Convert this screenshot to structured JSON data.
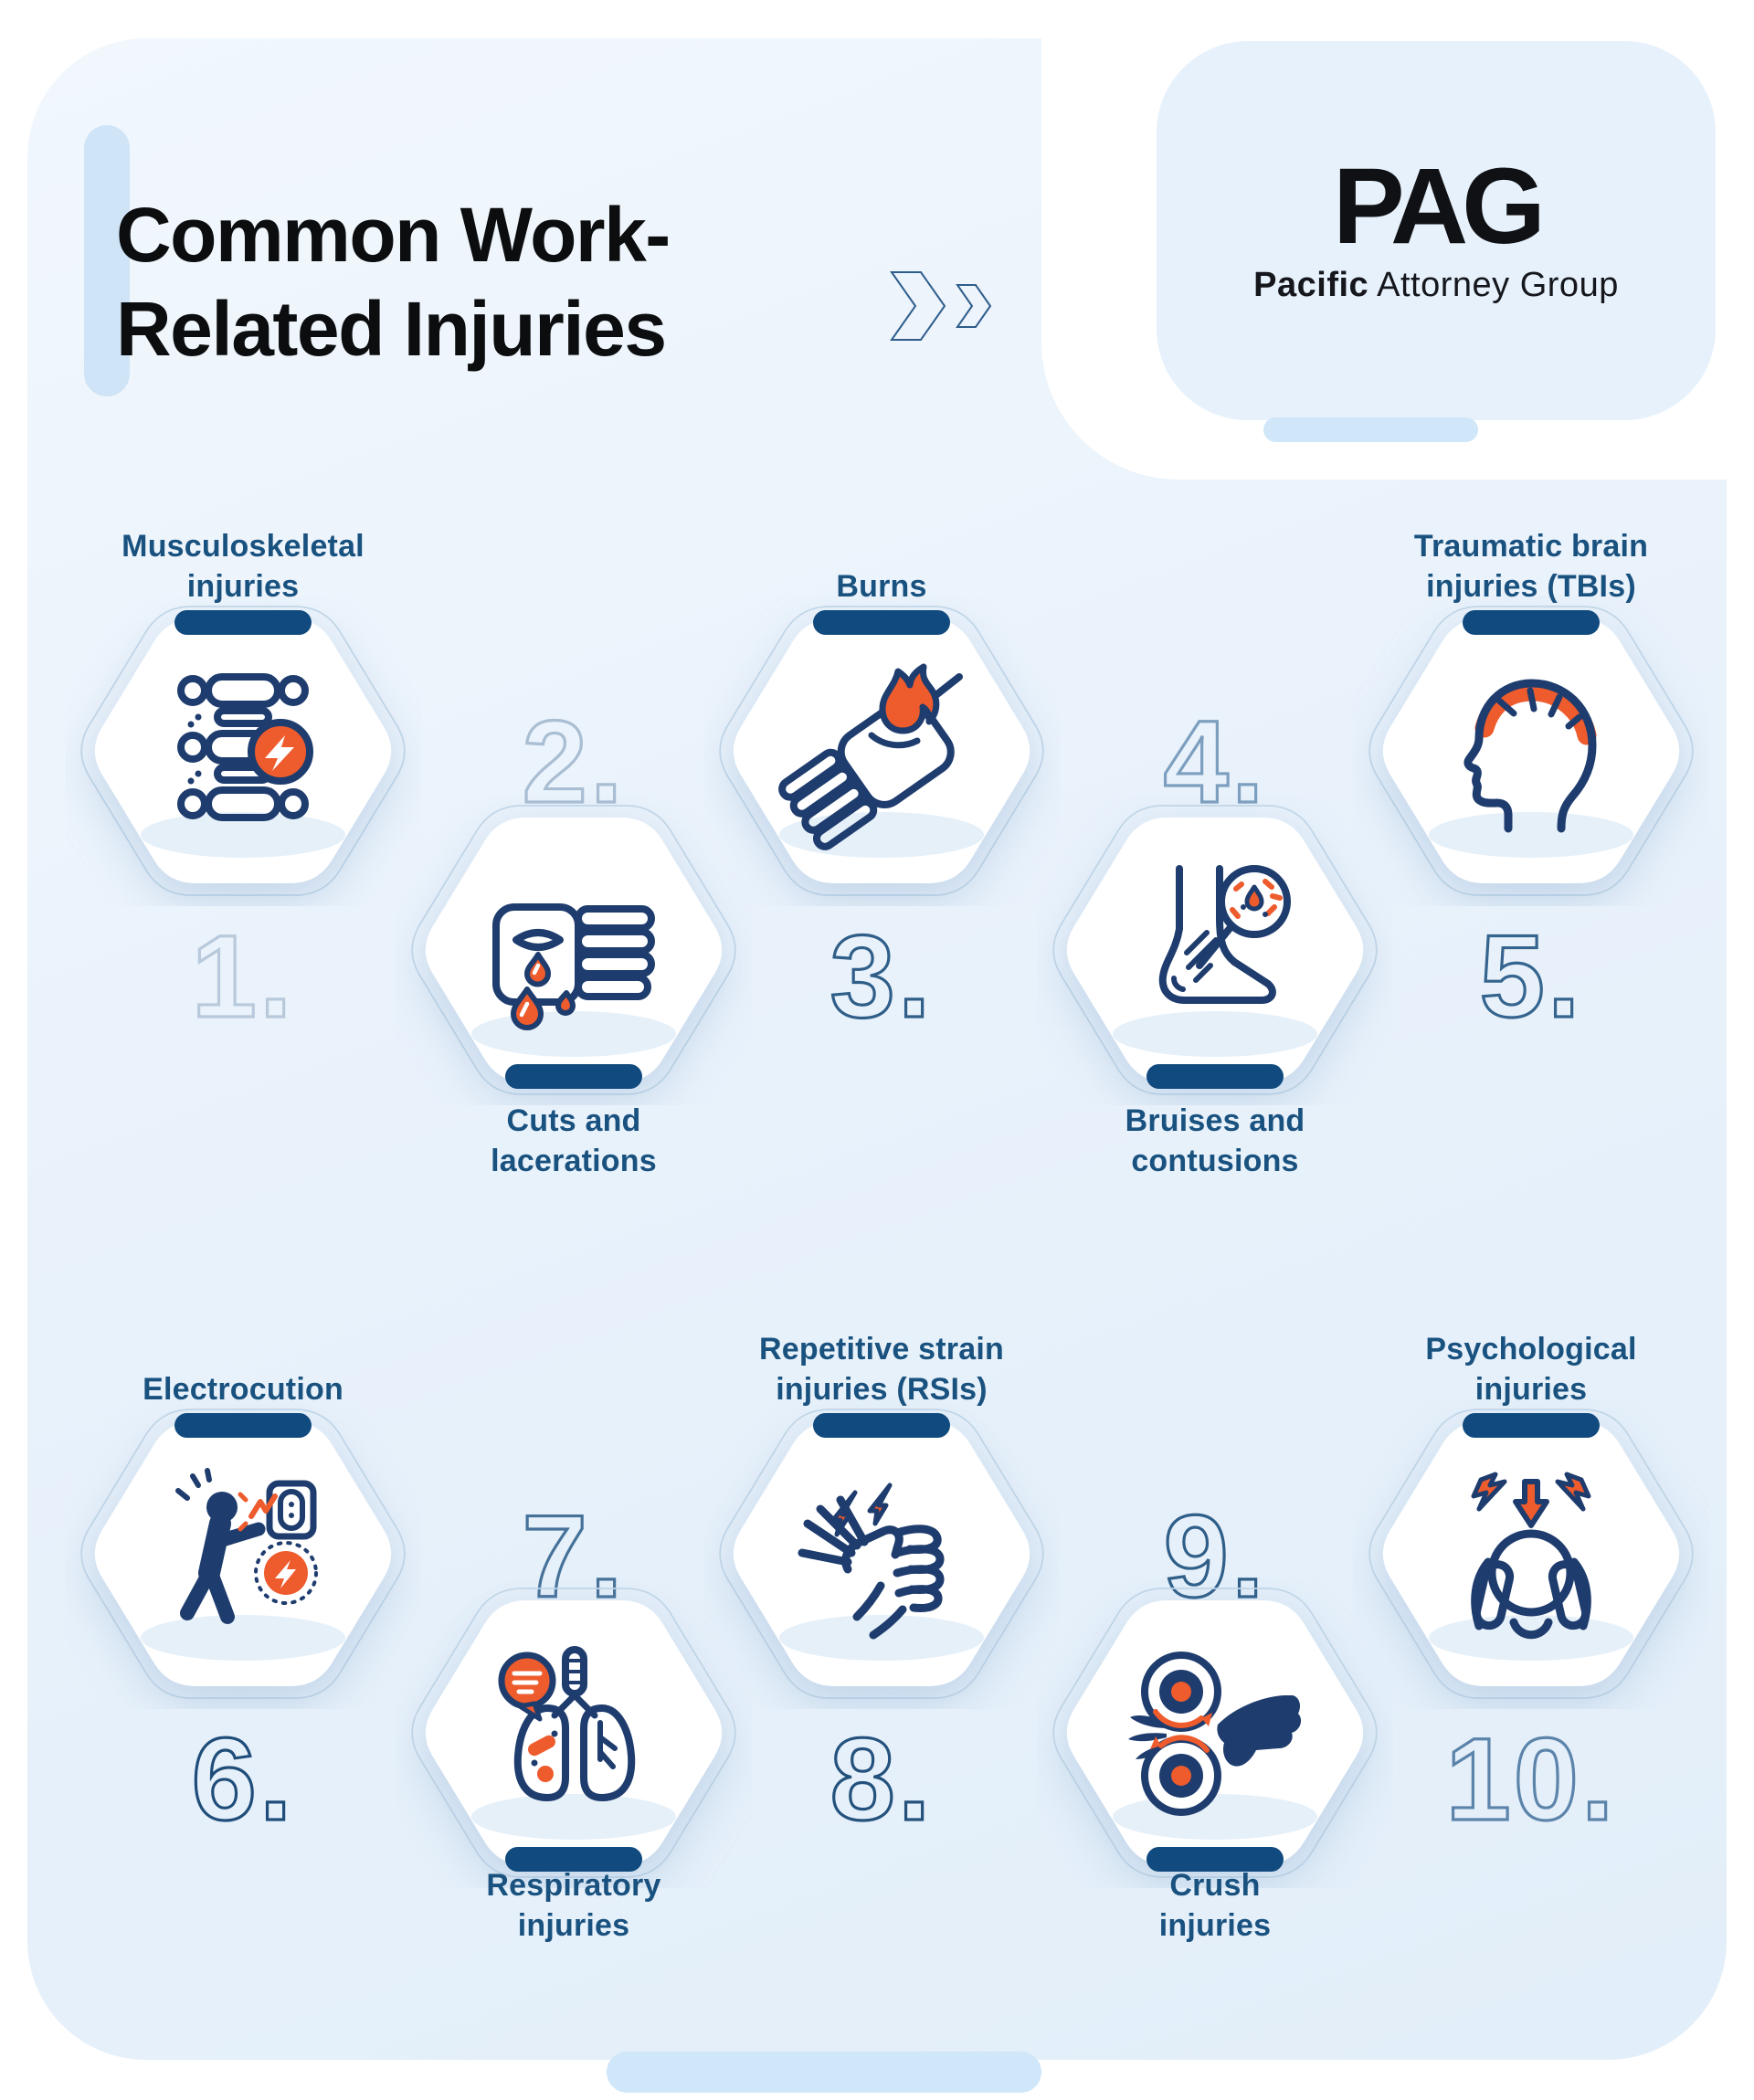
{
  "page": {
    "title_line1": "Common Work-",
    "title_line2": "Related Injuries"
  },
  "logo": {
    "monogram": "PAG",
    "name_bold": "Pacific",
    "name_rest": " Attorney Group"
  },
  "colors": {
    "background": "#ffffff",
    "panel": "#e9f2fb",
    "navy": "#1e3c6d",
    "orange": "#ee5b2d",
    "label_text": "#19517f",
    "hex_bar": "#114a7e",
    "accent_light_blue": "#cfe4f7",
    "pill_blue": "#cfe7f8",
    "title_text": "#0c0d0e",
    "chevron_outline": "#2e5d8b"
  },
  "items": [
    {
      "number": "1.",
      "label": "Musculoskeletal injuries",
      "label_lines": [
        "Musculoskeletal",
        "injuries"
      ],
      "icon": "spine-with-pain",
      "number_outline": "#b7c9db"
    },
    {
      "number": "2.",
      "label": "Cuts and lacerations",
      "label_lines": [
        "Cuts and",
        "lacerations"
      ],
      "icon": "hand-with-blood-drops",
      "number_outline": "#a9bed3"
    },
    {
      "number": "3.",
      "label": "Burns",
      "label_lines": [
        "Burns"
      ],
      "icon": "hand-on-fire",
      "number_outline": "#2f5e88"
    },
    {
      "number": "4.",
      "label": "Bruises and contusions",
      "label_lines": [
        "Bruises and",
        "contusions"
      ],
      "icon": "ankle-bruise-magnifier",
      "number_outline": "#7d9fbf"
    },
    {
      "number": "5.",
      "label": "Traumatic brain injuries (TBIs)",
      "label_lines": [
        "Traumatic brain",
        "injuries (TBIs)"
      ],
      "icon": "bandaged-head",
      "number_outline": "#35648e"
    },
    {
      "number": "6.",
      "label": "Electrocution",
      "label_lines": [
        "Electrocution"
      ],
      "icon": "person-electric-shock",
      "number_outline": "#1f4d79"
    },
    {
      "number": "7.",
      "label": "Respiratory injuries",
      "label_lines": [
        "Respiratory",
        "injuries"
      ],
      "icon": "lungs-contamination",
      "number_outline": "#46729a"
    },
    {
      "number": "8.",
      "label": "Repetitive strain injuries (RSIs)",
      "label_lines": [
        "Repetitive strain",
        "injuries (RSIs)"
      ],
      "icon": "wrist-pain",
      "number_outline": "#24527d"
    },
    {
      "number": "9.",
      "label": "Crush injuries",
      "label_lines": [
        "Crush",
        "injuries"
      ],
      "icon": "hand-in-rollers",
      "number_outline": "#2f5e88"
    },
    {
      "number": "10.",
      "label": "Psychological injuries",
      "label_lines": [
        "Psychological",
        "injuries"
      ],
      "icon": "stressed-person",
      "number_outline": "#5c84aa"
    }
  ]
}
